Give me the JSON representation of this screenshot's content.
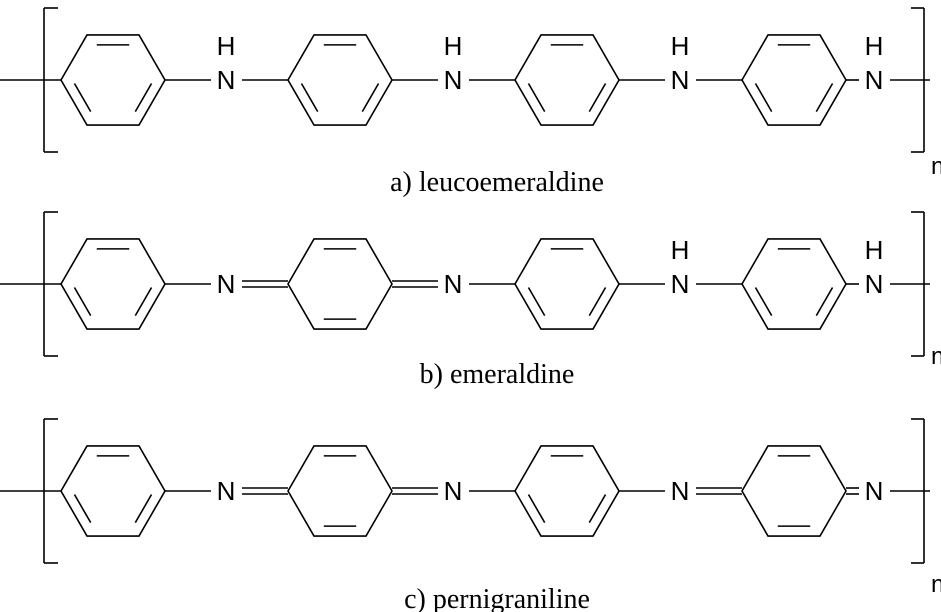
{
  "structures": [
    {
      "caption": "a) leucoemeraldine",
      "rings": [
        "benzenoid",
        "benzenoid",
        "benzenoid",
        "benzenoid"
      ],
      "links": [
        {
          "atom": "N",
          "h": "H",
          "left_bond": "single",
          "right_bond": "single"
        },
        {
          "atom": "N",
          "h": "H",
          "left_bond": "single",
          "right_bond": "single"
        },
        {
          "atom": "N",
          "h": "H",
          "left_bond": "single",
          "right_bond": "single"
        },
        {
          "atom": "N",
          "h": "H",
          "left_bond": "single",
          "right_bond": "single"
        }
      ],
      "repeat_label": "n"
    },
    {
      "caption": "b) emeraldine",
      "rings": [
        "benzenoid",
        "quinoid",
        "benzenoid",
        "benzenoid"
      ],
      "links": [
        {
          "atom": "N",
          "h": "",
          "left_bond": "single",
          "right_bond": "double"
        },
        {
          "atom": "N",
          "h": "",
          "left_bond": "double",
          "right_bond": "single"
        },
        {
          "atom": "N",
          "h": "H",
          "left_bond": "single",
          "right_bond": "single"
        },
        {
          "atom": "N",
          "h": "H",
          "left_bond": "single",
          "right_bond": "single"
        }
      ],
      "repeat_label": "n"
    },
    {
      "caption": "c) pernigraniline",
      "rings": [
        "benzenoid",
        "quinoid",
        "benzenoid",
        "quinoid"
      ],
      "links": [
        {
          "atom": "N",
          "h": "",
          "left_bond": "single",
          "right_bond": "double"
        },
        {
          "atom": "N",
          "h": "",
          "left_bond": "double",
          "right_bond": "single"
        },
        {
          "atom": "N",
          "h": "",
          "left_bond": "single",
          "right_bond": "double"
        },
        {
          "atom": "N",
          "h": "",
          "left_bond": "double",
          "right_bond": "single"
        }
      ],
      "repeat_label": "n"
    }
  ]
}
